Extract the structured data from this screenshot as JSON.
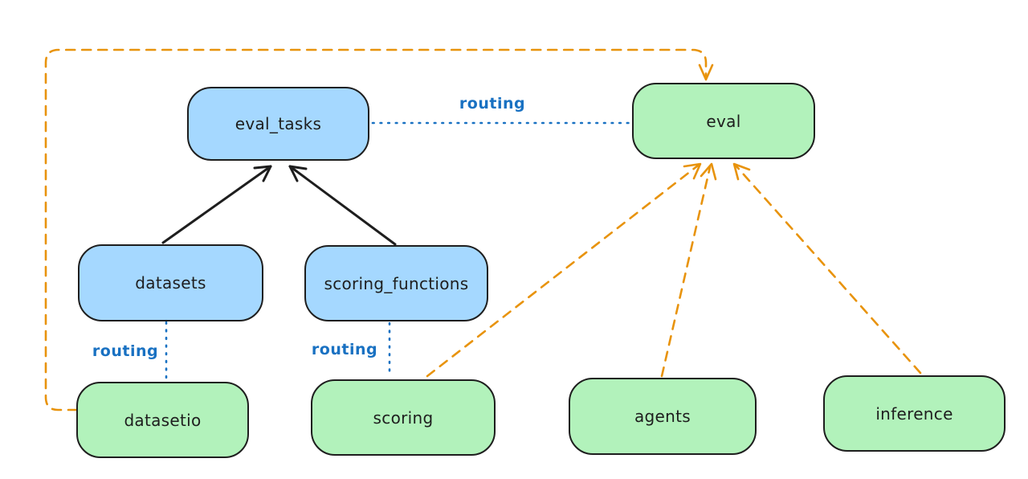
{
  "diagram": {
    "nodes": [
      {
        "id": "eval_tasks",
        "label": "eval_tasks",
        "fill": "blue"
      },
      {
        "id": "eval",
        "label": "eval",
        "fill": "green"
      },
      {
        "id": "datasets",
        "label": "datasets",
        "fill": "blue"
      },
      {
        "id": "scoring_functions",
        "label": "scoring_functions",
        "fill": "blue"
      },
      {
        "id": "datasetio",
        "label": "datasetio",
        "fill": "green"
      },
      {
        "id": "scoring",
        "label": "scoring",
        "fill": "green"
      },
      {
        "id": "agents",
        "label": "agents",
        "fill": "green"
      },
      {
        "id": "inference",
        "label": "inference",
        "fill": "green"
      }
    ],
    "edges": [
      {
        "from": "datasets",
        "to": "eval_tasks",
        "style": "solid",
        "color": "black",
        "label": ""
      },
      {
        "from": "scoring_functions",
        "to": "eval_tasks",
        "style": "solid",
        "color": "black",
        "label": ""
      },
      {
        "from": "eval_tasks",
        "to": "eval",
        "style": "dotted",
        "color": "blue",
        "label": "routing"
      },
      {
        "from": "datasets",
        "to": "datasetio",
        "style": "dotted",
        "color": "blue",
        "label": "routing"
      },
      {
        "from": "scoring_functions",
        "to": "scoring",
        "style": "dotted",
        "color": "blue",
        "label": "routing"
      },
      {
        "from": "datasetio",
        "to": "eval",
        "style": "dashed",
        "color": "orange",
        "label": ""
      },
      {
        "from": "scoring",
        "to": "eval",
        "style": "dashed",
        "color": "orange",
        "label": ""
      },
      {
        "from": "agents",
        "to": "eval",
        "style": "dashed",
        "color": "orange",
        "label": ""
      },
      {
        "from": "inference",
        "to": "eval",
        "style": "dashed",
        "color": "orange",
        "label": ""
      }
    ],
    "colors": {
      "background": "#ffffff",
      "node_blue_fill": "#a5d8ff",
      "node_green_fill": "#b2f2bb",
      "node_border": "#1e1e1e",
      "edge_black": "#1e1e1e",
      "edge_blue": "#1971c2",
      "edge_orange": "#e8930c"
    }
  }
}
